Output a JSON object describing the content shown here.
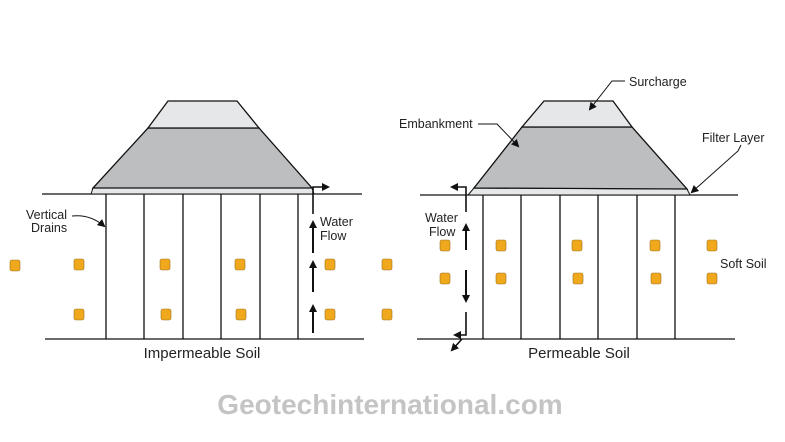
{
  "left": {
    "label_drains_1": "Vertical",
    "label_drains_2": "Drains",
    "label_flow_1": "Water",
    "label_flow_2": "Flow",
    "caption": "Impermeable Soil"
  },
  "right": {
    "label_surcharge": "Surcharge",
    "label_embankment": "Embankment",
    "label_filter": "Filter Layer",
    "label_flow_1": "Water",
    "label_flow_2": "Flow",
    "label_soil": "Soft Soil",
    "caption": "Permeable Soil"
  },
  "watermark": "Geotechinternational.com",
  "colors": {
    "surcharge": "#e6e7e8",
    "embankment": "#bcbec0",
    "filter": "#e6e7e8",
    "particle": "#f0a81c"
  }
}
